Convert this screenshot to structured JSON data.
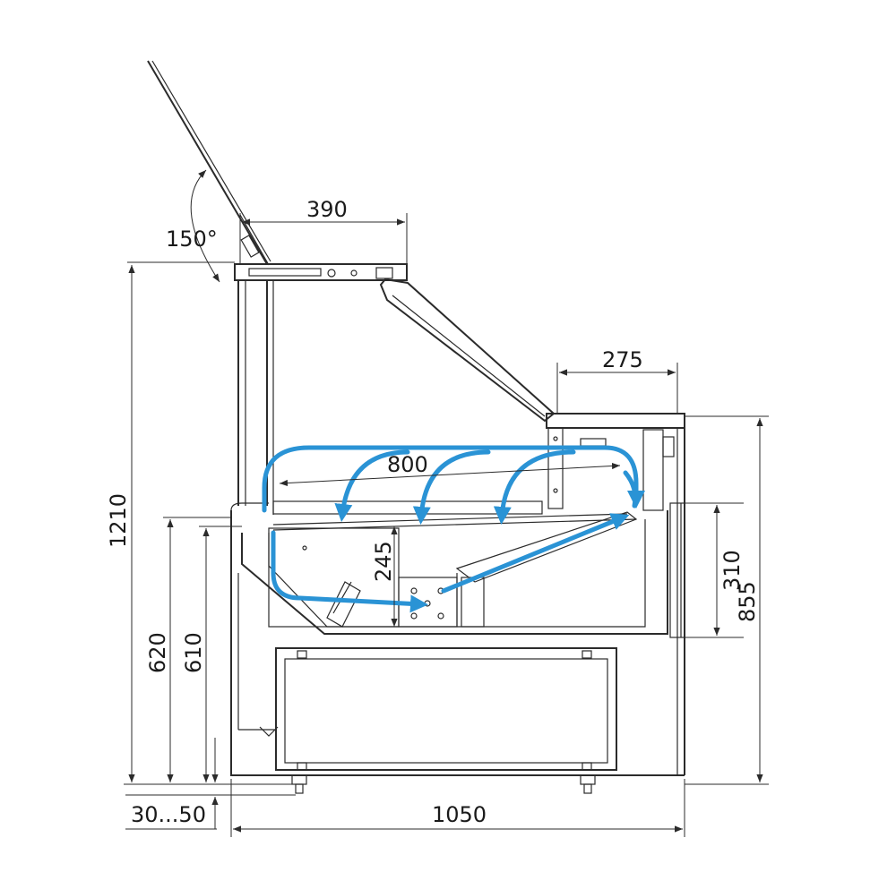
{
  "drawing": {
    "dimensions": {
      "lid_angle": "150°",
      "top_depth": "390",
      "counter_depth": "275",
      "shelf_width": "800",
      "tray_depth": "245",
      "cabinet_opening": "310",
      "counter_height": "855",
      "total_height": "1210",
      "height_620": "620",
      "height_610": "610",
      "foot_adjust": "30...50",
      "total_depth": "1050"
    },
    "colors": {
      "line": "#2b2b2b",
      "airflow": "#2a93d5",
      "background": "#ffffff"
    }
  }
}
